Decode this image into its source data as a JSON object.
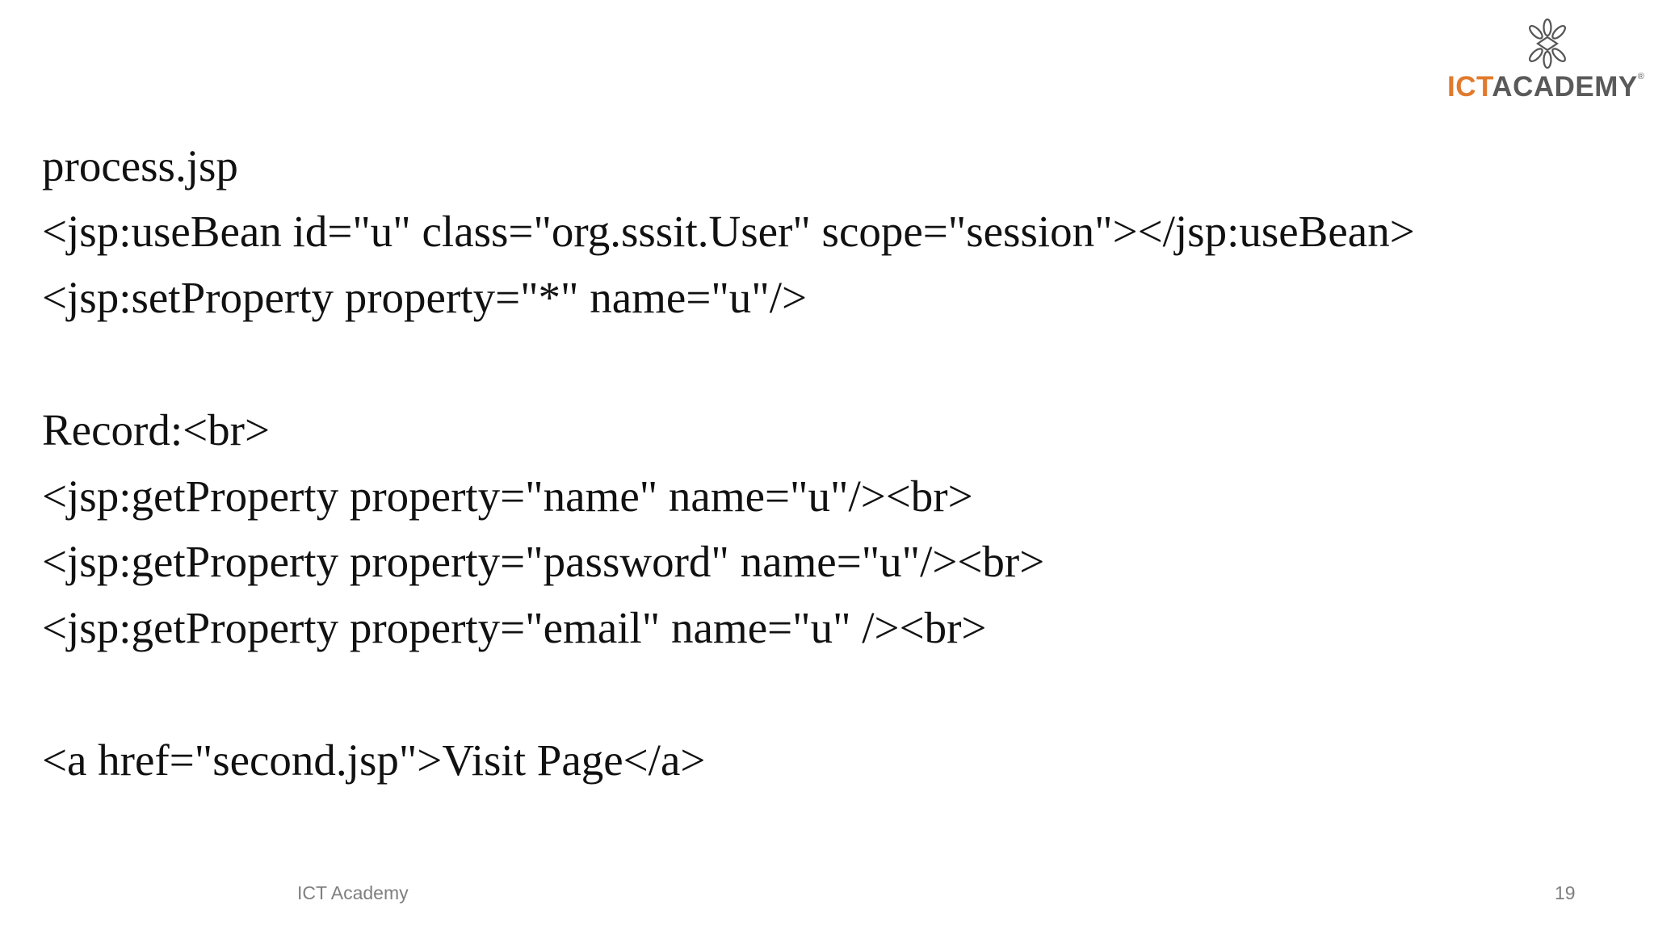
{
  "logo": {
    "icon": "ict-academy-leaf-emblem-icon",
    "text_ict": "ICT",
    "text_academy": "ACADEMY",
    "registered": "®",
    "colors": {
      "ict": "#e07a2e",
      "academy": "#5a5a5a"
    }
  },
  "content": {
    "lines": [
      "process.jsp",
      "<jsp:useBean id=\"u\" class=\"org.sssit.User\" scope=\"session\"></jsp:useBean>",
      "<jsp:setProperty property=\"*\" name=\"u\"/>",
      "Record:<br>",
      "<jsp:getProperty property=\"name\" name=\"u\"/><br>",
      "<jsp:getProperty property=\"password\" name=\"u\"/><br>",
      "<jsp:getProperty property=\"email\" name=\"u\" /><br>",
      "<a href=\"second.jsp\">Visit Page</a>"
    ]
  },
  "footer": {
    "organization": "ICT Academy",
    "page_number": "19"
  }
}
